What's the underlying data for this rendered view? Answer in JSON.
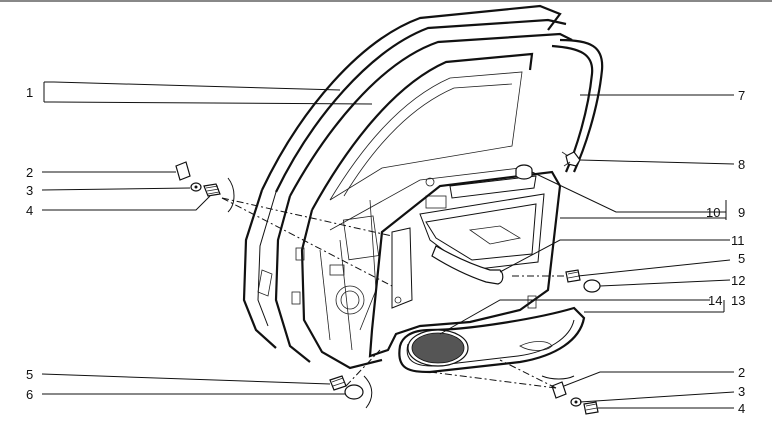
{
  "labels": {
    "l1": "1",
    "l2a": "2",
    "l3a": "3",
    "l4a": "4",
    "l5a": "5",
    "l6": "6",
    "l7": "7",
    "l8": "8",
    "l9": "9",
    "l10": "10",
    "l11": "11",
    "l5b": "5",
    "l12": "12",
    "l13": "13",
    "l14": "14",
    "l2b": "2",
    "l3b": "3",
    "l4b": "4"
  }
}
